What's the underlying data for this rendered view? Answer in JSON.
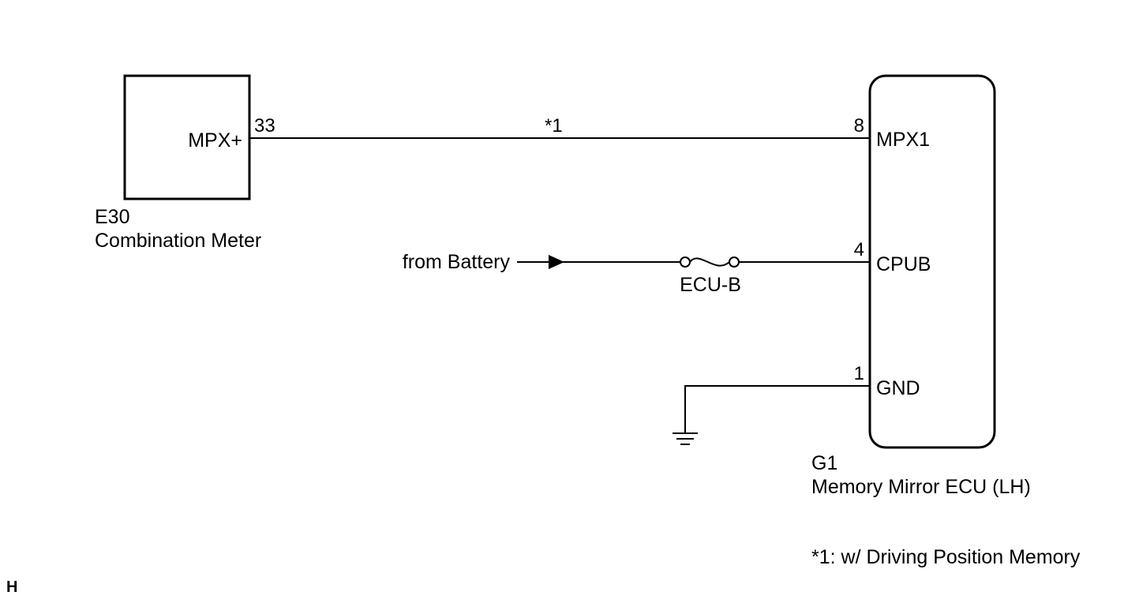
{
  "meter": {
    "code": "E30",
    "name": "Combination Meter",
    "terminal": "MPX+",
    "pin": "33"
  },
  "ecu": {
    "code": "G1",
    "name": "Memory Mirror ECU (LH)",
    "terminals": [
      {
        "pin": "8",
        "name": "MPX1"
      },
      {
        "pin": "4",
        "name": "CPUB"
      },
      {
        "pin": "1",
        "name": "GND"
      }
    ]
  },
  "wire_note": "*1",
  "battery_label": "from Battery",
  "fuse_label": "ECU-B",
  "footnote": "*1: w/ Driving Position Memory",
  "corner_mark": "H"
}
